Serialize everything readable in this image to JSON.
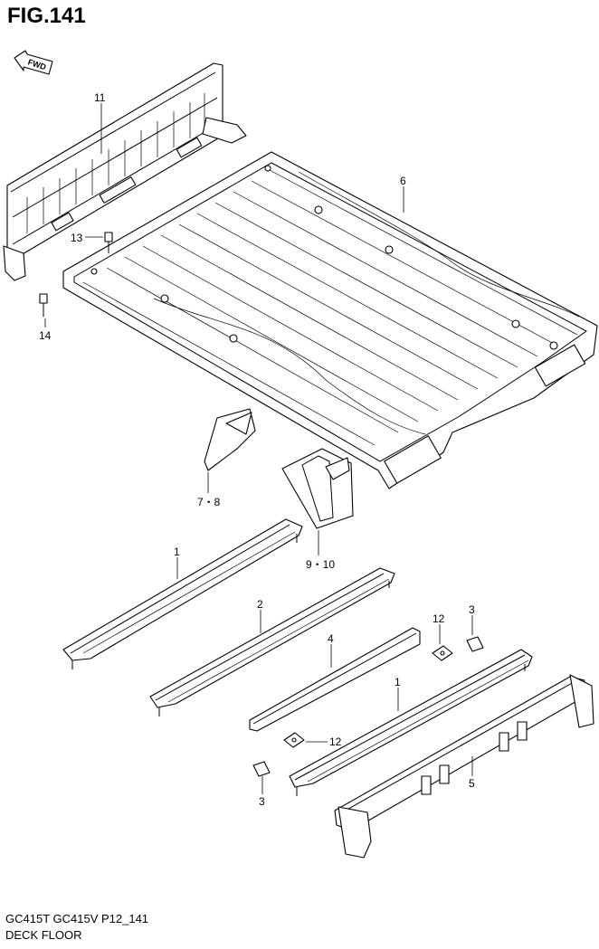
{
  "figure": {
    "title": "FIG.141",
    "fwd_label": "FWD"
  },
  "callouts": [
    {
      "id": "c11",
      "label": "11"
    },
    {
      "id": "c6",
      "label": "6"
    },
    {
      "id": "c13",
      "label": "13"
    },
    {
      "id": "c14",
      "label": "14"
    },
    {
      "id": "c78",
      "label": "7・8"
    },
    {
      "id": "c910",
      "label": "9・10"
    },
    {
      "id": "c1a",
      "label": "1"
    },
    {
      "id": "c2",
      "label": "2"
    },
    {
      "id": "c12a",
      "label": "12"
    },
    {
      "id": "c3a",
      "label": "3"
    },
    {
      "id": "c4",
      "label": "4"
    },
    {
      "id": "c1b",
      "label": "1"
    },
    {
      "id": "c12b",
      "label": "12"
    },
    {
      "id": "c3b",
      "label": "3"
    },
    {
      "id": "c5",
      "label": "5"
    }
  ],
  "footer": {
    "model_code": "GC415T GC415V P12_141",
    "section_name": "DECK FLOOR"
  }
}
